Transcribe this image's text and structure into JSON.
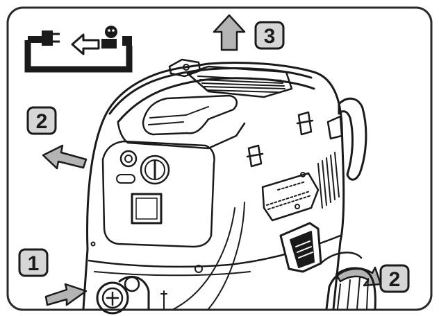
{
  "figure": {
    "frame_color": "#2a2a2a",
    "ink_color": "#1a1a1a",
    "arrow_fill": "#b4b4b4",
    "badge_fill": "#d6d6d6",
    "icon": "unplug-power-icon",
    "steps": [
      {
        "label": "1",
        "direction": "right",
        "icon": "arrow-right-icon"
      },
      {
        "label": "2",
        "direction": "left",
        "icon": "arrow-left-icon"
      },
      {
        "label": "2",
        "direction": "rotate",
        "icon": "rotate-arrow-icon"
      },
      {
        "label": "3",
        "direction": "up",
        "icon": "arrow-up-icon"
      }
    ]
  }
}
